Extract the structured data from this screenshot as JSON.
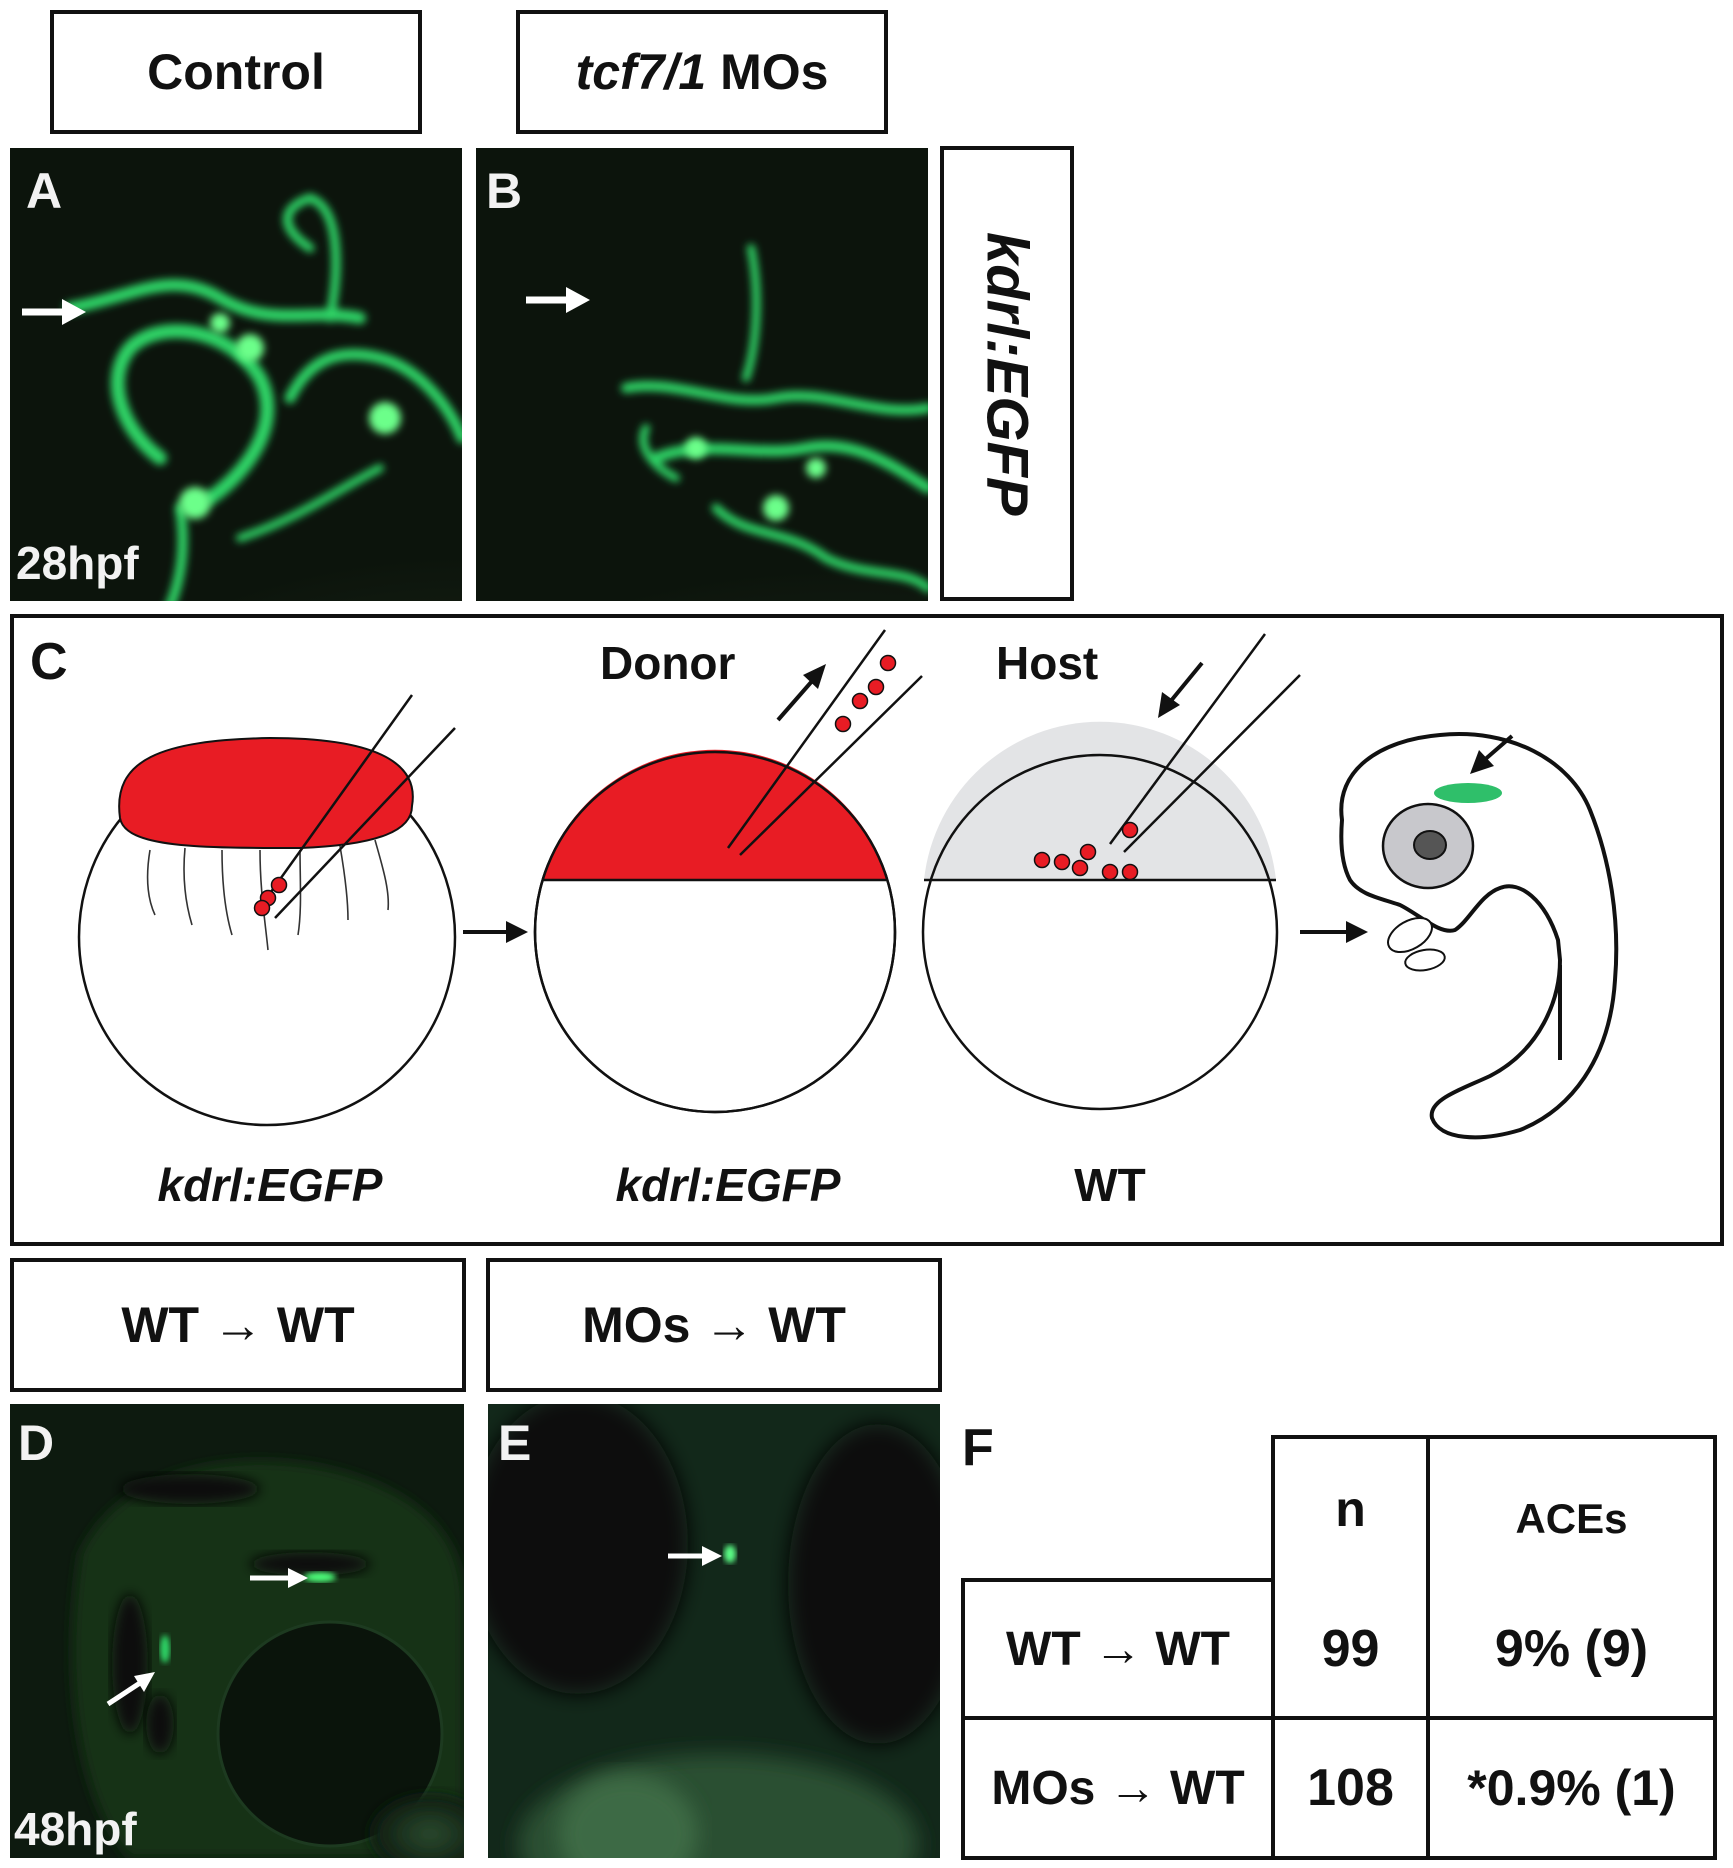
{
  "headers_top": {
    "control": "Control",
    "tcf_gene": "tcf7/1",
    "tcf_suffix": " MOs",
    "side_label": "kdrl:EGFP"
  },
  "panel_a": {
    "letter": "A",
    "time": "28hpf"
  },
  "panel_b": {
    "letter": "B"
  },
  "panel_c": {
    "letter": "C",
    "donor": "Donor",
    "host": "Host",
    "caption1": "kdrl:EGFP",
    "caption2": "kdrl:EGFP",
    "caption3": "WT"
  },
  "headers_bottom": {
    "wt_wt": "WT → WT",
    "mos_wt": "MOs → WT"
  },
  "panel_d": {
    "letter": "D",
    "time": "48hpf"
  },
  "panel_e": {
    "letter": "E"
  },
  "panel_f": {
    "letter": "F",
    "columns": [
      "n",
      "ACEs"
    ],
    "rows": [
      {
        "label": "WT → WT",
        "n": "99",
        "aces": "9% (9)"
      },
      {
        "label": "MOs → WT",
        "n": "108",
        "aces": "*0.9% (1)"
      }
    ]
  },
  "colors": {
    "egfp": "#2fd466",
    "cells": "#e81c24",
    "host": "#e3e4e6",
    "background": "#0c140c"
  }
}
